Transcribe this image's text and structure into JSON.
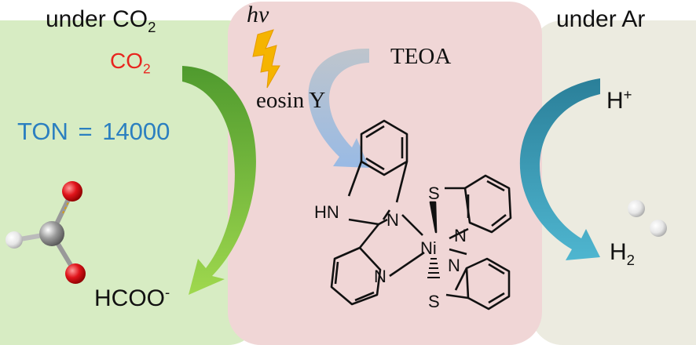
{
  "labels": {
    "under_co2": "under CO",
    "under_co2_sub": "2",
    "under_ar": "under Ar",
    "co2": "CO",
    "co2_sub": "2",
    "ton": "TON = 14000",
    "hcoo": "HCOO",
    "hcoo_sup": "-",
    "h_plus": "H",
    "h_plus_sup": "+",
    "h2": "H",
    "h2_sub": "2",
    "teoa": "TEOA",
    "eosin": "eosin Y",
    "hv": "hv"
  },
  "molecule_atoms": {
    "hn": "HN",
    "n_imidazole": "N",
    "n_pyridine": "N",
    "ni": "Ni",
    "s_top": "S",
    "n_right_top": "N",
    "n_right_bottom": "N",
    "s_bottom": "S"
  },
  "colors": {
    "left_panel": "#d7ecc3",
    "center_panel": "#f0d6d6",
    "right_panel": "#ecebe0",
    "co2_red": "#e8251f",
    "ton_blue": "#2b7fc0",
    "green_arrow": "#6aae3e",
    "teal_arrow": "#2f8ea8",
    "lightning": "#f5b400"
  },
  "icons": [
    "lightning-icon",
    "formic-acid-molecule-icon",
    "hydrogen-molecule-icon"
  ]
}
